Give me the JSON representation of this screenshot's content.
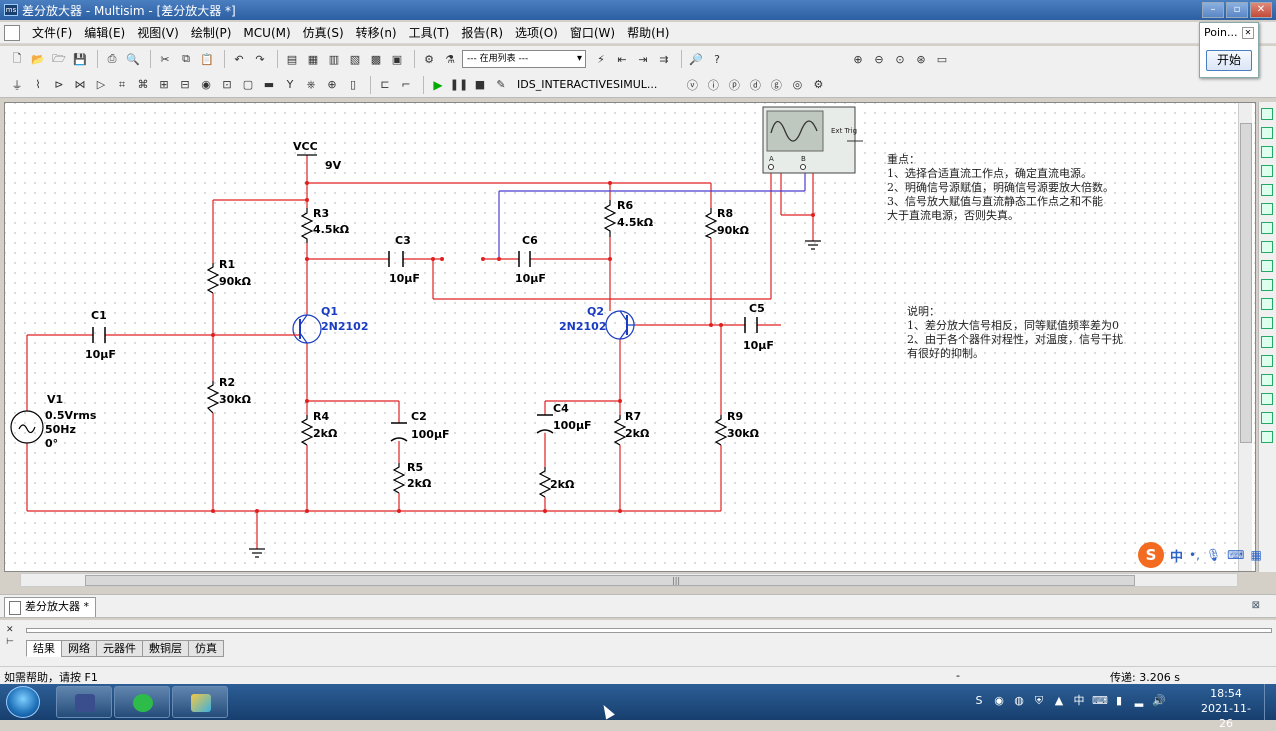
{
  "window": {
    "title": "差分放大器 - Multisim - [差分放大器 *]",
    "app_icon": "ms"
  },
  "menu": {
    "items": [
      "文件(F)",
      "编辑(E)",
      "视图(V)",
      "绘制(P)",
      "MCU(M)",
      "仿真(S)",
      "转移(n)",
      "工具(T)",
      "报告(R)",
      "选项(O)",
      "窗口(W)",
      "帮助(H)"
    ]
  },
  "toolbar": {
    "in_use_list": "--- 在用列表 ---",
    "sim_switch_label": "IDS_INTERACTIVESIMUL..."
  },
  "popup": {
    "title": "Poin...",
    "start_label": "开始"
  },
  "circuit": {
    "vcc_label": "VCC",
    "vcc_value": "9V",
    "components": {
      "R1": {
        "ref": "R1",
        "value": "90kΩ"
      },
      "R2": {
        "ref": "R2",
        "value": "30kΩ"
      },
      "R3": {
        "ref": "R3",
        "value": "4.5kΩ"
      },
      "R4": {
        "ref": "R4",
        "value": "2kΩ"
      },
      "R5": {
        "ref": "R5",
        "value": "2kΩ"
      },
      "R6": {
        "ref": "R6",
        "value": "4.5kΩ"
      },
      "R7": {
        "ref": "R7",
        "value": "2kΩ"
      },
      "R8": {
        "ref": "R8",
        "value": "90kΩ"
      },
      "R9": {
        "ref": "R9",
        "value": "30kΩ"
      },
      "C1": {
        "ref": "C1",
        "value": "10µF"
      },
      "C2": {
        "ref": "C2",
        "value": "100µF"
      },
      "C3": {
        "ref": "C3",
        "value": "10µF"
      },
      "C4": {
        "ref": "C4",
        "value": "100µF"
      },
      "C5": {
        "ref": "C5",
        "value": "10µF"
      },
      "C6": {
        "ref": "C6",
        "value": "10µF"
      },
      "Q1": {
        "ref": "Q1",
        "value": "2N2102"
      },
      "Q2": {
        "ref": "Q2",
        "value": "2N2102"
      },
      "R_unlabeled": {
        "value": "2kΩ"
      },
      "V1": {
        "ref": "V1",
        "amplitude": "0.5Vrms",
        "frequency": "50Hz",
        "phase": "0°"
      }
    },
    "scope": {
      "ext_trig": "Ext Trig",
      "channel_a": "A",
      "channel_b": "B"
    },
    "key_points": {
      "heading": "重点：",
      "lines": [
        "1、选择合适直流工作点，确定直流电源。",
        "2、明确信号源赋值，明确信号源要放大倍数。",
        "3、信号放大赋值与直流静态工作点之和不能",
        "大于直流电源，否则失真。"
      ]
    },
    "explanation": {
      "heading": "说明：",
      "lines": [
        "1、差分放大信号相反，同等赋值频率差为0",
        "2、由于各个器件对程性，对温度，信号干扰",
        "有很好的抑制。"
      ]
    }
  },
  "ime": {
    "logo": "S",
    "mode": "中",
    "punct": "•,"
  },
  "document_tab": "差分放大器 *",
  "output_tabs": [
    "结果",
    "网络",
    "元器件",
    "敷铜层",
    "仿真"
  ],
  "status": {
    "hint": "如需帮助，请按 F1",
    "dash": "-",
    "transfer": "传递: 3.206 s"
  },
  "taskbar": {
    "time": "18:54",
    "date": "2021-11-26"
  }
}
